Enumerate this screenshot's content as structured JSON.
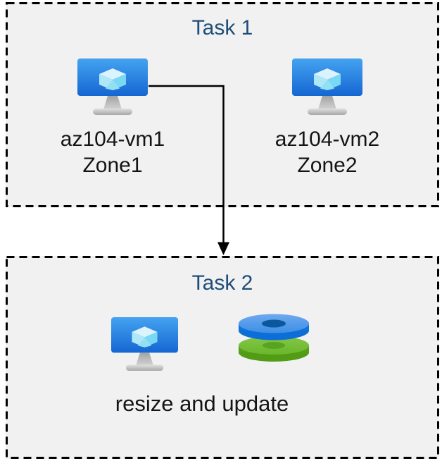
{
  "diagram": {
    "task1": {
      "title": "Task 1",
      "vms": [
        {
          "name": "az104-vm1",
          "zone": "Zone1"
        },
        {
          "name": "az104-vm2",
          "zone": "Zone2"
        }
      ]
    },
    "task2": {
      "title": "Task 2",
      "caption": "resize and update"
    },
    "arrow": {
      "from": "az104-vm1",
      "to": "Task 2"
    }
  },
  "icons": {
    "vm": "azure-virtual-machine-icon",
    "disks": "azure-disks-icon"
  },
  "colors": {
    "box_fill": "#f1f1f1",
    "box_border": "#000000",
    "title_text": "#1f4e79",
    "body_text": "#141414",
    "arrow": "#000000",
    "vm_screen_blue": "#2e8ce4",
    "disk_blue": "#2c82e0",
    "disk_green": "#68b72a"
  }
}
